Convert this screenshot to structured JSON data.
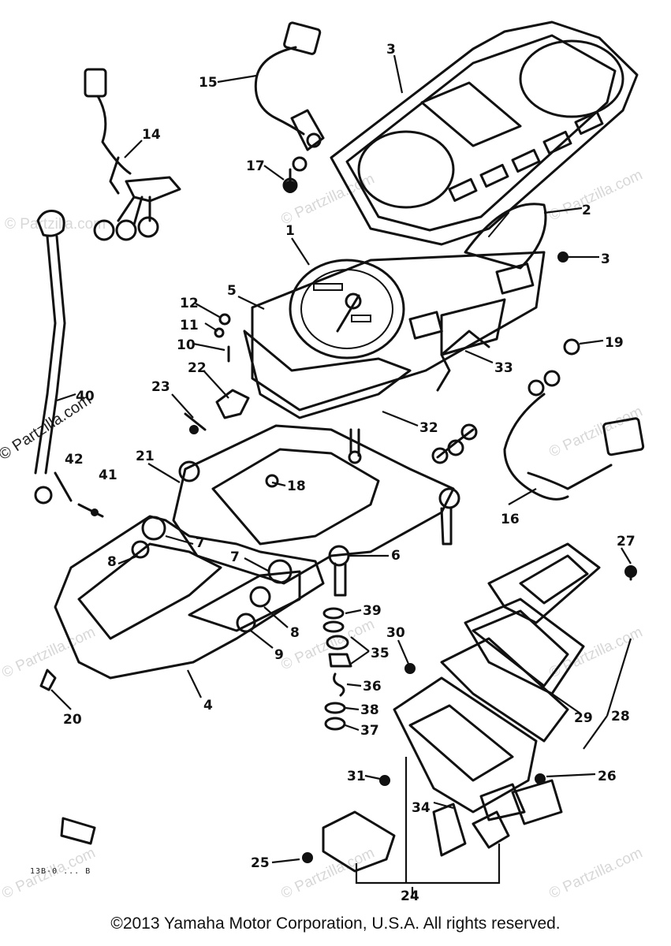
{
  "watermark": "© Partzilla.com",
  "copyright": "©2013 Yamaha Motor Corporation, U.S.A. All rights reserved.",
  "stamp": "13B-0 ... B",
  "callouts": [
    {
      "id": "c1",
      "text": "1"
    },
    {
      "id": "c2",
      "text": "2"
    },
    {
      "id": "c3a",
      "text": "3"
    },
    {
      "id": "c3b",
      "text": "3"
    },
    {
      "id": "c4",
      "text": "4"
    },
    {
      "id": "c5",
      "text": "5"
    },
    {
      "id": "c6",
      "text": "6"
    },
    {
      "id": "c7a",
      "text": "7"
    },
    {
      "id": "c7b",
      "text": "7"
    },
    {
      "id": "c8a",
      "text": "8"
    },
    {
      "id": "c8b",
      "text": "8"
    },
    {
      "id": "c9",
      "text": "9"
    },
    {
      "id": "c10",
      "text": "10"
    },
    {
      "id": "c11",
      "text": "11"
    },
    {
      "id": "c12",
      "text": "12"
    },
    {
      "id": "c14",
      "text": "14"
    },
    {
      "id": "c15",
      "text": "15"
    },
    {
      "id": "c16",
      "text": "16"
    },
    {
      "id": "c17",
      "text": "17"
    },
    {
      "id": "c18",
      "text": "18"
    },
    {
      "id": "c19",
      "text": "19"
    },
    {
      "id": "c20",
      "text": "20"
    },
    {
      "id": "c21",
      "text": "21"
    },
    {
      "id": "c22",
      "text": "22"
    },
    {
      "id": "c23",
      "text": "23"
    },
    {
      "id": "c24",
      "text": "24"
    },
    {
      "id": "c25",
      "text": "25"
    },
    {
      "id": "c26",
      "text": "26"
    },
    {
      "id": "c27",
      "text": "27"
    },
    {
      "id": "c28",
      "text": "28"
    },
    {
      "id": "c29",
      "text": "29"
    },
    {
      "id": "c30",
      "text": "30"
    },
    {
      "id": "c31",
      "text": "31"
    },
    {
      "id": "c32",
      "text": "32"
    },
    {
      "id": "c33",
      "text": "33"
    },
    {
      "id": "c34",
      "text": "34"
    },
    {
      "id": "c35",
      "text": "35"
    },
    {
      "id": "c36",
      "text": "36"
    },
    {
      "id": "c37",
      "text": "37"
    },
    {
      "id": "c38",
      "text": "38"
    },
    {
      "id": "c39",
      "text": "39"
    },
    {
      "id": "c40",
      "text": "40"
    },
    {
      "id": "c41",
      "text": "41"
    },
    {
      "id": "c42",
      "text": "42"
    }
  ]
}
